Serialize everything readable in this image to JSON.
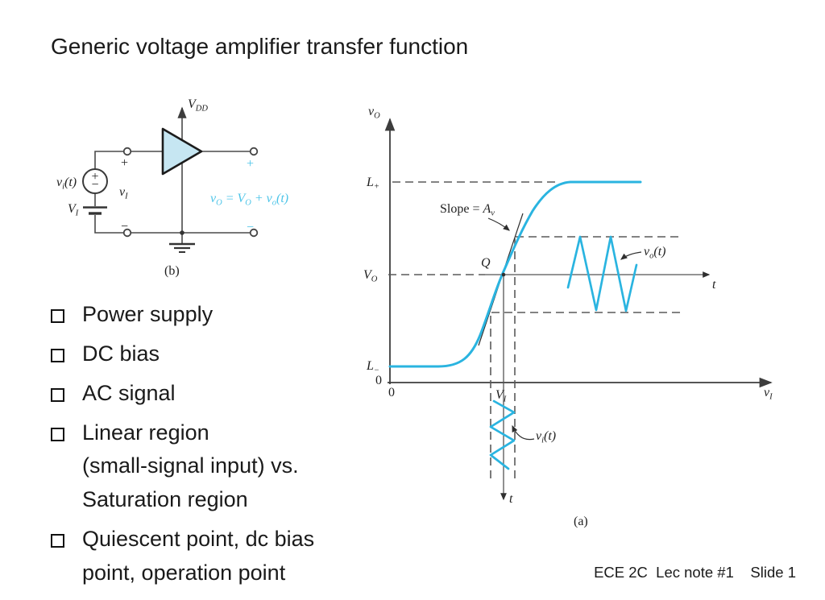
{
  "title": "Generic voltage amplifier transfer function",
  "footer": "ECE 2C  Lec note #1    Slide 1",
  "bullets": [
    {
      "text": "Power supply"
    },
    {
      "text": "DC bias"
    },
    {
      "text": "AC signal"
    },
    {
      "text": "Linear region\n(small-signal input) vs.\nSaturation region"
    },
    {
      "text": "Quiescent point, dc bias\npoint, operation point"
    }
  ],
  "circuit": {
    "caption": "(b)",
    "vdd": {
      "main": "V",
      "sub": "DD"
    },
    "source_label": {
      "main": "v",
      "sub": "i",
      "suffix": "(t)"
    },
    "battery_label": {
      "main": "V",
      "sub": "I"
    },
    "input_label": {
      "main": "v",
      "sub": "I"
    },
    "plus_in": "+",
    "minus_in": "−",
    "plus_out": "+",
    "minus_out": "−",
    "equation": {
      "p1": "v",
      "s1": "O",
      "p2": " = V",
      "s2": "O",
      "p3": " + v",
      "s3": "o",
      "p4": "(t)"
    },
    "source_plus": "+",
    "source_minus": "−"
  },
  "graph": {
    "caption": "(a)",
    "y_axis_label": {
      "main": "v",
      "sub": "O"
    },
    "x_axis_label": {
      "main": "v",
      "sub": "I"
    },
    "l_plus": {
      "main": "L",
      "sub": "+"
    },
    "l_minus": {
      "main": "L",
      "sub": "−"
    },
    "v_o_level": {
      "main": "V",
      "sub": "O"
    },
    "q_label": "Q",
    "slope_label": {
      "prefix": "Slope = ",
      "main": "A",
      "sub": "v"
    },
    "vo_t_label": {
      "main": "v",
      "sub": "o",
      "suffix": "(t)"
    },
    "vi_t_label": {
      "main": "v",
      "sub": "i",
      "suffix": "(t)"
    },
    "v_i_bias": {
      "main": "V",
      "sub": "I"
    },
    "t_right": "t",
    "t_bottom": "t",
    "zero_left": "0",
    "zero_below": "0"
  },
  "colors": {
    "cyan": "#2ab4e0",
    "cyan-light": "#4cc4e8",
    "amp-fill": "#c6e6f2",
    "ink": "#1a1a1a",
    "line": "#4a4a4a",
    "dash": "#5a5a5a"
  }
}
